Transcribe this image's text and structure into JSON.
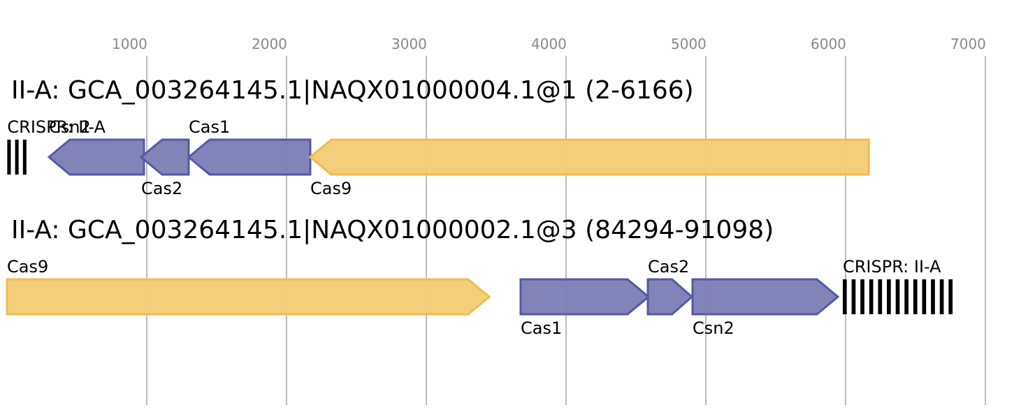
{
  "axis": {
    "ticks": [
      {
        "value": 1000,
        "label": "1000"
      },
      {
        "value": 2000,
        "label": "2000"
      },
      {
        "value": 3000,
        "label": "3000"
      },
      {
        "value": 4000,
        "label": "4000"
      },
      {
        "value": 5000,
        "label": "5000"
      },
      {
        "value": 6000,
        "label": "6000"
      },
      {
        "value": 7000,
        "label": "7000"
      }
    ],
    "range_bp": [
      0,
      7005
    ],
    "grid_color": "#bbbbbb",
    "tick_label_color": "#888888"
  },
  "colors": {
    "cas_gene_fill": "#7b7db5",
    "cas_gene_stroke": "#5558a3",
    "cas9_fill": "#f2cc74",
    "cas9_stroke": "#efbc4f",
    "crispr_bar": "#000000"
  },
  "tracks": [
    {
      "title": "II-A: GCA_003264145.1|NAQX01000004.1@1 (2-6166)",
      "crispr": {
        "label": "CRISPR: II-A",
        "start": 2,
        "end": 170,
        "repeats": 3
      },
      "genes": [
        {
          "label": "Csn2",
          "start": 300,
          "end": 980,
          "strand": "-",
          "kind": "cas",
          "label_pos": "above"
        },
        {
          "label": "Cas2",
          "start": 960,
          "end": 1300,
          "strand": "-",
          "kind": "cas",
          "label_pos": "below"
        },
        {
          "label": "Cas1",
          "start": 1300,
          "end": 2170,
          "strand": "-",
          "kind": "cas",
          "label_pos": "above"
        },
        {
          "label": "Cas9",
          "start": 2170,
          "end": 6166,
          "strand": "-",
          "kind": "cas9",
          "label_pos": "below"
        }
      ]
    },
    {
      "title": "II-A: GCA_003264145.1|NAQX01000002.1@3 (84294-91098)",
      "crispr": {
        "label": "CRISPR: II-A",
        "start": 5980,
        "end": 6800,
        "repeats": 13
      },
      "genes": [
        {
          "label": "Cas9",
          "start": 0,
          "end": 3450,
          "strand": "+",
          "kind": "cas9",
          "label_pos": "above"
        },
        {
          "label": "Cas1",
          "start": 3675,
          "end": 4590,
          "strand": "+",
          "kind": "cas",
          "label_pos": "below"
        },
        {
          "label": "Cas2",
          "start": 4585,
          "end": 4900,
          "strand": "+",
          "kind": "cas",
          "label_pos": "above"
        },
        {
          "label": "Csn2",
          "start": 4905,
          "end": 5945,
          "strand": "+",
          "kind": "cas",
          "label_pos": "below"
        }
      ]
    }
  ]
}
